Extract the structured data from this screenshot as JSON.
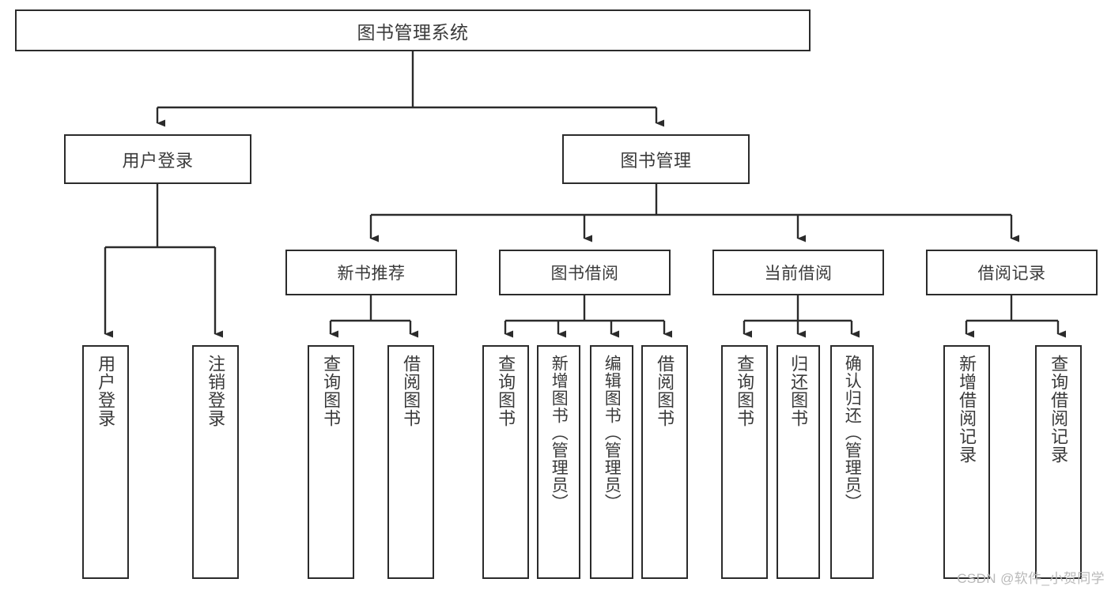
{
  "diagram": {
    "title": "图书管理系统",
    "type": "tree-hierarchy-chart",
    "orientation": "top-down",
    "colors": {
      "box_border": "#2b2b2b",
      "box_fill": "#ffffff",
      "edge": "#2b2b2b",
      "text": "#3a3a3a",
      "watermark": "#b9b9b9",
      "background": "#ffffff"
    }
  },
  "watermark": {
    "text": "CSDN @软件_小贺同学"
  },
  "nodes": {
    "root": {
      "label": "图书管理系统"
    },
    "level1": [
      {
        "id": "user-login",
        "label": "用户登录"
      },
      {
        "id": "book-management",
        "label": "图书管理"
      }
    ],
    "level2": [
      {
        "id": "new-book-recommend",
        "label": "新书推荐"
      },
      {
        "id": "book-borrow",
        "label": "图书借阅"
      },
      {
        "id": "current-borrow",
        "label": "当前借阅"
      },
      {
        "id": "borrow-record",
        "label": "借阅记录"
      }
    ],
    "leaves": {
      "user-login": [
        {
          "id": "leaf-user-login",
          "label": "用户登录"
        },
        {
          "id": "leaf-logout",
          "label": "注销登录"
        }
      ],
      "new-book-recommend": [
        {
          "id": "leaf-query-book-1",
          "label": "查询图书"
        },
        {
          "id": "leaf-borrow-book-1",
          "label": "借阅图书"
        }
      ],
      "book-borrow": [
        {
          "id": "leaf-query-book-2",
          "label": "查询图书"
        },
        {
          "id": "leaf-add-book",
          "label": "新增图书（管理员）"
        },
        {
          "id": "leaf-edit-book",
          "label": "编辑图书（管理员）"
        },
        {
          "id": "leaf-borrow-book-2",
          "label": "借阅图书"
        }
      ],
      "current-borrow": [
        {
          "id": "leaf-query-book-3",
          "label": "查询图书"
        },
        {
          "id": "leaf-return-book",
          "label": "归还图书"
        },
        {
          "id": "leaf-confirm-return",
          "label": "确认归还（管理员）"
        }
      ],
      "borrow-record": [
        {
          "id": "leaf-add-record",
          "label": "新增借阅记录"
        },
        {
          "id": "leaf-query-record",
          "label": "查询借阅记录"
        }
      ]
    }
  }
}
